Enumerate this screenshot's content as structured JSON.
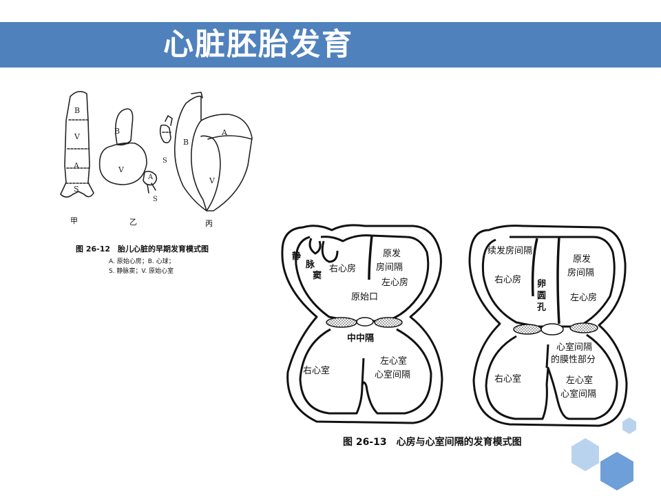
{
  "slide": {
    "title": "心脏胚胎发育"
  },
  "fig1": {
    "stage_labels": [
      "甲",
      "乙",
      "丙"
    ],
    "part_letters": {
      "b": "B",
      "v": "V",
      "a": "A",
      "s": "S"
    },
    "caption_title": "图 26-12　胎儿心脏的早期发育模式图",
    "legend_line1": "A. 原始心房；B. 心球；",
    "legend_line2": "S. 静脉窦；V. 原始心室"
  },
  "fig2": {
    "left_labels": {
      "sinus_1": "静",
      "sinus_2": "脉",
      "sinus_3": "窦",
      "right_atrium": "右心房",
      "septum_primum_1": "原发",
      "septum_primum_2": "房间隔",
      "left_atrium": "左心房",
      "ostium_primum": "原始口",
      "septum_intermedium": "中中隔",
      "right_ventricle": "右心室",
      "left_ventricle": "左心室",
      "ventricular_septum": "心室间隔"
    },
    "right_labels": {
      "septum_secundum": "续发房间隔",
      "right_atrium": "右心房",
      "foramen_1": "卵",
      "foramen_2": "圆",
      "foramen_3": "孔",
      "septum_primum_1": "原发",
      "septum_primum_2": "房间隔",
      "left_atrium": "左心房",
      "membranous_1": "心室间隔",
      "membranous_2": "的膜性部分",
      "right_ventricle": "右心室",
      "left_ventricle": "左心室",
      "ventricular_septum": "心室间隔"
    },
    "caption": "图 26-13　心房与心室间隔的发育模式图"
  },
  "colors": {
    "title_bar": "#4f81bd",
    "title_text": "#ffffff",
    "hexagon_dark": "#6f9fd8",
    "hexagon_light": "#b9d3ef"
  }
}
